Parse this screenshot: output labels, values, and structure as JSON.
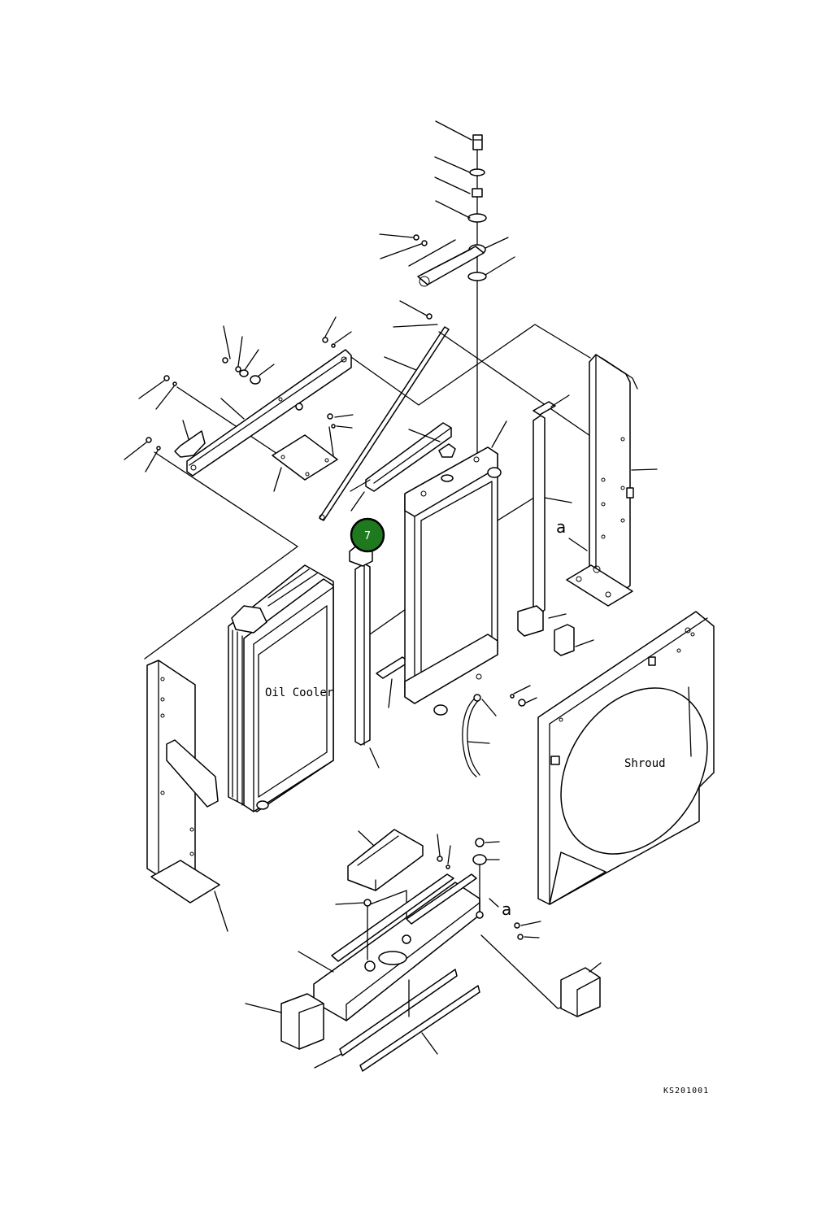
{
  "labels": {
    "oil_cooler": "Oil Cooler",
    "shroud": "Shroud",
    "ref_a_top": "a",
    "ref_a_bottom": "a",
    "drawing_code": "KS201001"
  },
  "callout": {
    "number": "7",
    "fill_color": "#1f7a1f",
    "ring_color": "#000000"
  }
}
